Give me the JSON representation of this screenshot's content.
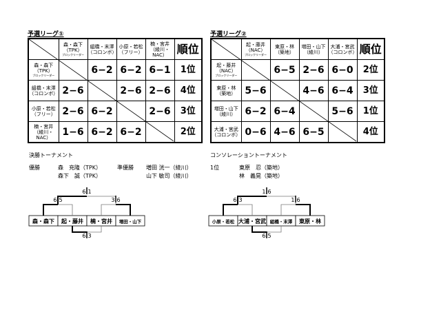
{
  "league1": {
    "title": "予選リーグ①",
    "rank_header": "順位",
    "sub": "ブロックリーダー",
    "teams": [
      {
        "name": "森・森下",
        "club": "（TPK）",
        "leader": true
      },
      {
        "name": "組橋・末澤",
        "club": "（コロンボ）"
      },
      {
        "name": "小原・若松",
        "club": "（フリー）"
      },
      {
        "name": "楠・宮井",
        "club": "（綾川・NAC）"
      }
    ],
    "scores": [
      [
        "",
        "6−2",
        "6−2",
        "6−1"
      ],
      [
        "2−6",
        "",
        "2−6",
        "2−6"
      ],
      [
        "2−6",
        "6−2",
        "",
        "2−6"
      ],
      [
        "1−6",
        "6−2",
        "6−2",
        ""
      ]
    ],
    "ranks": [
      "1位",
      "4位",
      "3位",
      "2位"
    ]
  },
  "league2": {
    "title": "予選リーグ②",
    "rank_header": "順位",
    "sub": "ブロックリーダー",
    "teams": [
      {
        "name": "起・藤井",
        "club": "（NAC）",
        "leader": true
      },
      {
        "name": "東原・林",
        "club": "（築地）"
      },
      {
        "name": "増田・山下",
        "club": "（綾川）"
      },
      {
        "name": "大浦・宮武",
        "club": "（コロンボ）"
      }
    ],
    "scores": [
      [
        "",
        "6−5",
        "2−6",
        "6−0"
      ],
      [
        "5−6",
        "",
        "4−6",
        "6−4"
      ],
      [
        "6−2",
        "6−4",
        "",
        "5−6"
      ],
      [
        "0−6",
        "4−6",
        "6−5",
        ""
      ]
    ],
    "ranks": [
      "2位",
      "3位",
      "1位",
      "4位"
    ]
  },
  "final": {
    "title": "決勝トーナメント",
    "winner_label": "優勝",
    "winner1": "森　充隆（TPK）",
    "winner2": "森下　誠（TPK）",
    "runner_label": "準優勝",
    "runner1": "増田 洸一（綾川）",
    "runner2": "山下 敏司（綾川）",
    "teams": [
      "森・森下",
      "起・藤井",
      "楠・宮井",
      "増田・山下"
    ],
    "scores": {
      "m1": [
        "6",
        "5"
      ],
      "m2": [
        "3",
        "6"
      ],
      "top": [
        "6",
        "1"
      ],
      "bottom": [
        "6",
        "3"
      ]
    }
  },
  "consolation": {
    "title": "コンソレーショントーナメント",
    "winner_label": "1位",
    "winner1": "東原　忍（築地）",
    "winner2": "林　義晃（築地）",
    "teams": [
      "小原・若松",
      "大浦・宮武",
      "組橋・末澤",
      "東原・林"
    ],
    "scores": {
      "m1": [
        "6",
        "3"
      ],
      "m2": [
        "1",
        "6"
      ],
      "top": [
        "1",
        "6"
      ],
      "bottom": [
        "6",
        "5"
      ]
    }
  }
}
